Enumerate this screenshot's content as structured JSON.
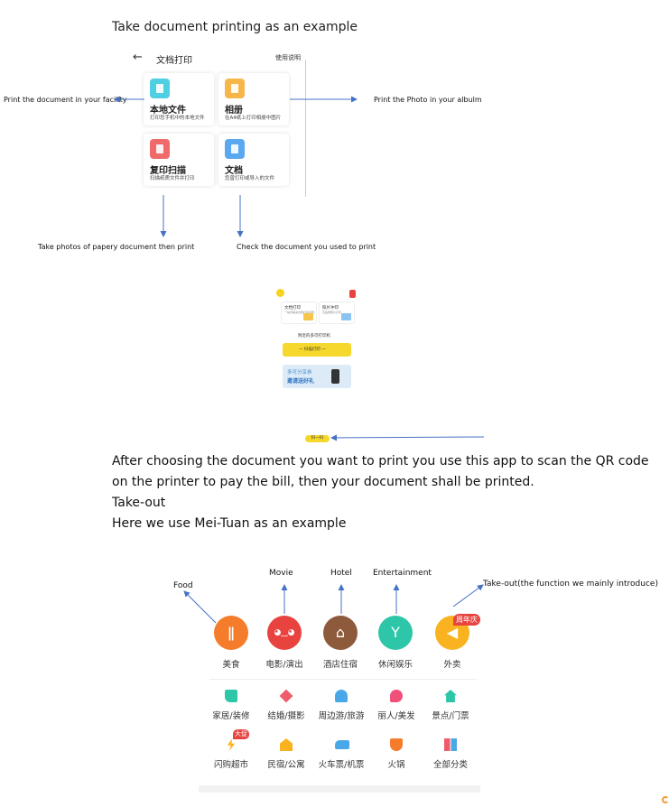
{
  "intro": "Take document printing as an example",
  "doc_app": {
    "back": "←",
    "title": "文档打印",
    "help": "使用说明",
    "cards": [
      {
        "title": "本地文件",
        "desc": "打印您手机中的本地文件",
        "color": "#4fd0e2",
        "icon": "phone-file-icon"
      },
      {
        "title": "相册",
        "desc": "在A4纸上打印相册中图片",
        "color": "#f7b64a",
        "icon": "photo-album-icon"
      },
      {
        "title": "复印扫描",
        "desc": "扫描纸质文件并打印",
        "color": "#f06a6a",
        "icon": "scan-icon"
      },
      {
        "title": "文档",
        "desc": "您曾打印或导入的文件",
        "color": "#5aa9f0",
        "icon": "document-icon"
      }
    ]
  },
  "doc_annotations": {
    "local": "Print the document in your facility",
    "album": "Print the Photo in your albulm",
    "scan": "Take photos of papery document then print",
    "docs": "Check the document you used to print"
  },
  "printer_app": {
    "card1_title": "文档打印",
    "card1_sub": "一站式解决文档打印问题",
    "card2_title": "照片冲印",
    "card2_sub": "高品质照片打印",
    "center_text": "附近的多可打印机",
    "button_text": "一 扫描打印 一",
    "banner_line1": "多可分享券",
    "banner_line2": "邀请送好礼",
    "pill_text": "扫一扫",
    "accent": "#f6d82c"
  },
  "paragraph": {
    "line1": "After choosing the document you want to print you use this app to scan the QR code",
    "line2": "on the printer to pay the bill, then your document shall be printed.",
    "line3": "Take-out",
    "line4": "Here we use Mei-Tuan as an example"
  },
  "meituan_annotations": {
    "food": "Food",
    "movie": "Movie",
    "hotel": "Hotel",
    "entertainment": "Entertainment",
    "takeout": "Take-out(the function we mainly introduce)"
  },
  "meituan": {
    "top_badge": "周年庆",
    "top": [
      {
        "label": "美食",
        "color": "#f57c2b",
        "icon": "fork-knife-icon",
        "glyph": "ǁ"
      },
      {
        "label": "电影/演出",
        "color": "#e8433f",
        "icon": "cat-face-icon",
        "glyph": "◕‿◕"
      },
      {
        "label": "酒店住宿",
        "color": "#8e5a3c",
        "icon": "hotel-icon",
        "glyph": "⌂"
      },
      {
        "label": "休闲娱乐",
        "color": "#2ec6a8",
        "icon": "cocktail-icon",
        "glyph": "Y"
      },
      {
        "label": "外卖",
        "color": "#f9b320",
        "icon": "megaphone-icon",
        "glyph": "◀"
      }
    ],
    "grid": [
      {
        "label": "家居/装修",
        "color": "#2ec6a8",
        "icon": "paint-roller-icon"
      },
      {
        "label": "结婚/摄影",
        "color": "#f05b6b",
        "icon": "diamond-icon"
      },
      {
        "label": "周边游/旅游",
        "color": "#4aa8e8",
        "icon": "palm-tree-icon"
      },
      {
        "label": "丽人/美发",
        "color": "#f0507a",
        "icon": "hair-icon"
      },
      {
        "label": "景点/门票",
        "color": "#2ec6a8",
        "icon": "pagoda-icon"
      },
      {
        "label": "闪购超市",
        "color": "#f9b320",
        "icon": "lightning-icon"
      },
      {
        "label": "民宿/公寓",
        "color": "#f9b320",
        "icon": "house-icon"
      },
      {
        "label": "火车票/机票",
        "color": "#4aa8e8",
        "icon": "train-icon"
      },
      {
        "label": "火锅",
        "color": "#f57c2b",
        "icon": "hotpot-icon"
      },
      {
        "label": "全部分类",
        "color": "#6c8bf0",
        "icon": "grid-icon"
      }
    ],
    "small_badge": "大促"
  }
}
